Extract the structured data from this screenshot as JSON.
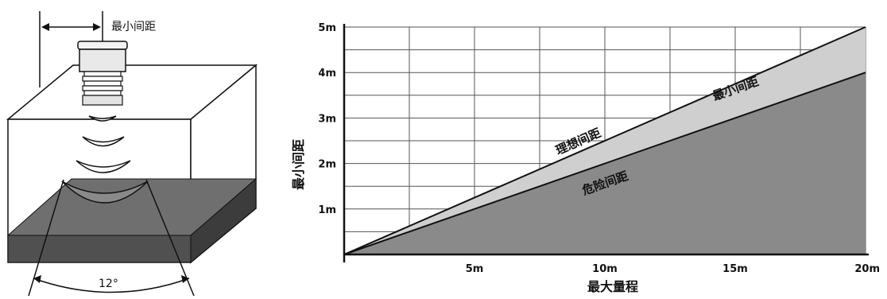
{
  "diagram": {
    "min_distance_label": "最小间距",
    "beam_angle_label": "12°"
  },
  "chart_data": {
    "type": "area",
    "title": "",
    "xlabel": "最大量程",
    "ylabel": "最小间距",
    "x_ticks": [
      "5m",
      "10m",
      "15m",
      "20m"
    ],
    "y_ticks": [
      "1m",
      "2m",
      "3m",
      "4m",
      "5m"
    ],
    "xlim": [
      0,
      20
    ],
    "ylim": [
      0,
      5
    ],
    "grid": true,
    "x_unit": "m",
    "y_unit": "m",
    "series": [
      {
        "name": "理想间距",
        "x": [
          0,
          20
        ],
        "y": [
          0,
          5
        ],
        "color": "#cfcfcf"
      },
      {
        "name": "危险间距",
        "x": [
          0,
          20
        ],
        "y": [
          0,
          4
        ],
        "color": "#8a8a8a"
      }
    ],
    "annotations": [
      "理想间距",
      "最小间距",
      "危险间距"
    ]
  }
}
